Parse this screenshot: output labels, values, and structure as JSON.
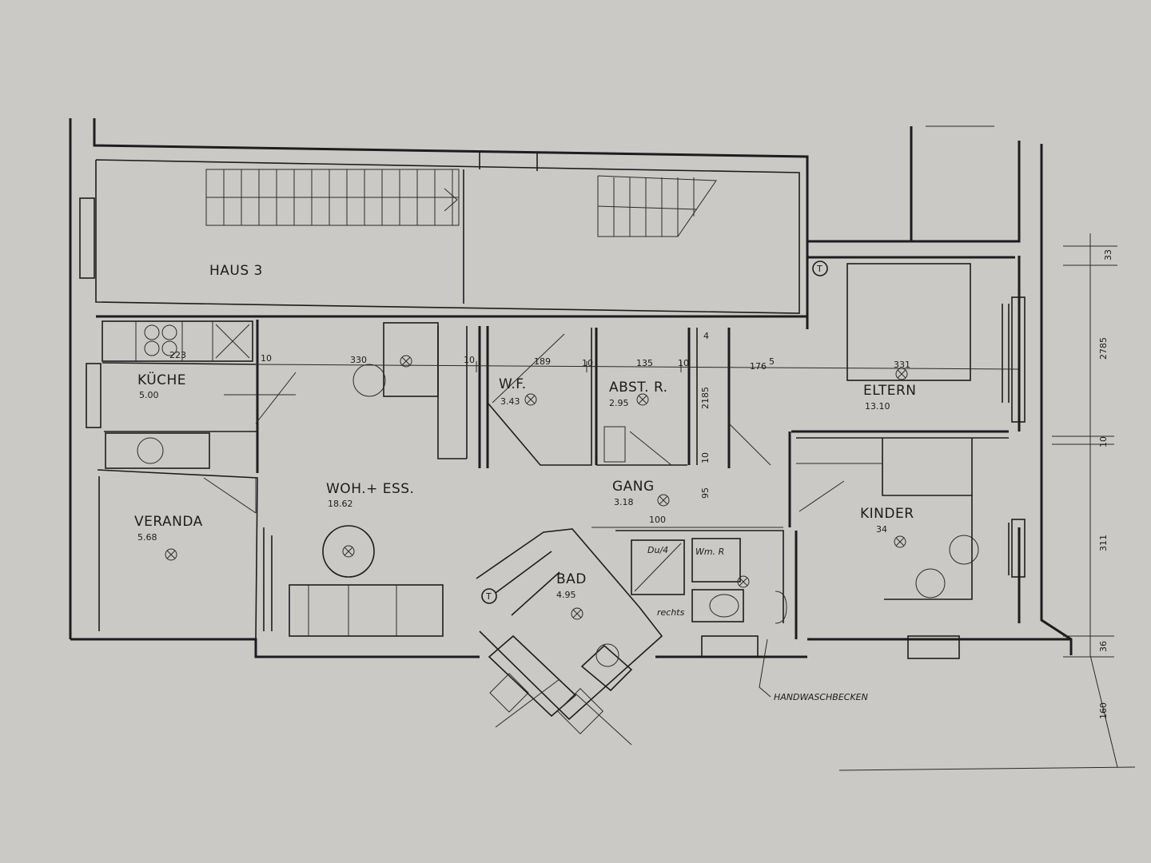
{
  "rooms": {
    "haus": {
      "label": "HAUS 3"
    },
    "kueche": {
      "label": "KÜCHE",
      "area": "5.00"
    },
    "veranda": {
      "label": "VERANDA",
      "area": "5.68"
    },
    "wohess": {
      "label": "WOH.+ ESS.",
      "area": "18.62"
    },
    "wc": {
      "label": "W.F.",
      "area": "3.43"
    },
    "abstr": {
      "label": "ABST. R.",
      "area": "2.95"
    },
    "gang": {
      "label": "GANG",
      "area": "3.18"
    },
    "eltern": {
      "label": "ELTERN",
      "area": "13.10"
    },
    "kinder": {
      "label": "KINDER",
      "area": "34"
    },
    "bad": {
      "label": "BAD",
      "area": "4.95"
    }
  },
  "dimensions": {
    "d10a": "10",
    "d330": "330",
    "d10b": "10",
    "d189": "189",
    "d10c": "10",
    "d135": "135",
    "d10d": "10",
    "d1765": "176",
    "d1765sup": "5",
    "d331": "331",
    "d2185": "2185",
    "d10e": "10",
    "d95": "95",
    "d100": "100",
    "d223": "223",
    "d4": "4",
    "d33": "33",
    "d2785": "2785",
    "d10f": "10",
    "d311": "311",
    "d36": "36",
    "d160": "160"
  },
  "annotations": {
    "handwaschbecken": "HANDWASCHBECKEN",
    "dusche": "Du/4",
    "wm": "Wm. R",
    "kleinbox": "rechts"
  }
}
